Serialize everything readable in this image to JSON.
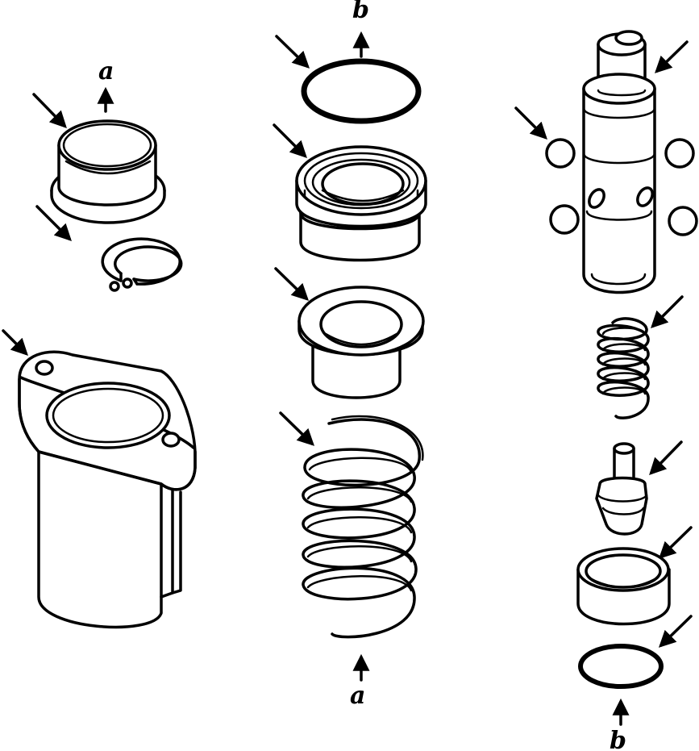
{
  "labels": {
    "a_top": "a",
    "b_top": "b",
    "a_bottom": "a",
    "b_bottom": "b"
  },
  "colors": {
    "line": "#000000",
    "background": "#ffffff"
  }
}
